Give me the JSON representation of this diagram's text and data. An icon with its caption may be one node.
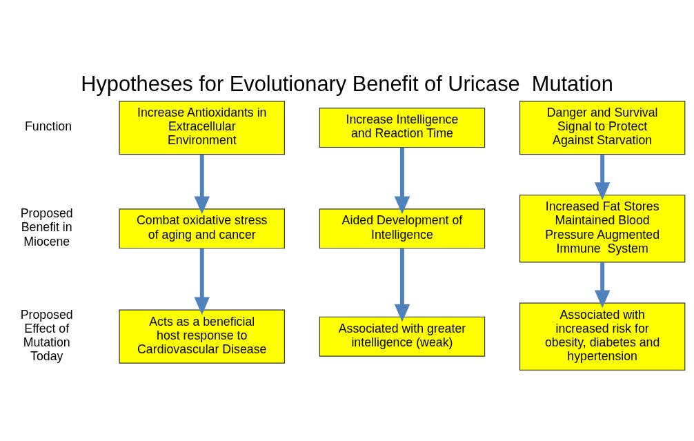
{
  "diagram": {
    "title": "Hypotheses for Evolutionary Benefit of Uricase  Mutation",
    "nodes": [
      {
        "text": [
          "Increase Antioxidants in Extracellular Environment"
        ]
      },
      {
        "text": [
          "Increase Intelligence  and Reaction Time"
        ]
      },
      {
        "text": [
          "Danger and Survival Signal to Protect Against Starvation"
        ]
      },
      {
        "text": [
          "Combat oxidative stress of aging and cancer"
        ]
      },
      {
        "text": [
          "Aided Development of Intelligence"
        ]
      },
      {
        "text": [
          "Increased Fat Stores Maintained Blood Pressure Augmented  Immune  System"
        ]
      },
      {
        "text": [
          "Acts as a beneficial host response to Cardiovascular Disease"
        ]
      },
      {
        "text": [
          "Associated with greater intelligence (weak)"
        ]
      },
      {
        "text": [
          "Associated with increased risk for obesity, diabetes and hypertension"
        ]
      }
    ],
    "edges": [
      {
        "from": 0,
        "to": 3,
        "arrow": "to"
      },
      {
        "from": 1,
        "to": 4,
        "arrow": "to"
      },
      {
        "from": 2,
        "to": 5,
        "arrow": "to"
      },
      {
        "from": 3,
        "to": 6,
        "arrow": "to"
      },
      {
        "from": 4,
        "to": 7,
        "arrow": "to"
      },
      {
        "from": 5,
        "to": 8,
        "arrow": "to"
      }
    ],
    "labels": [
      "Function",
      "Proposed Benefit in Miocene",
      "Proposed Effect of Mutation Today"
    ]
  }
}
